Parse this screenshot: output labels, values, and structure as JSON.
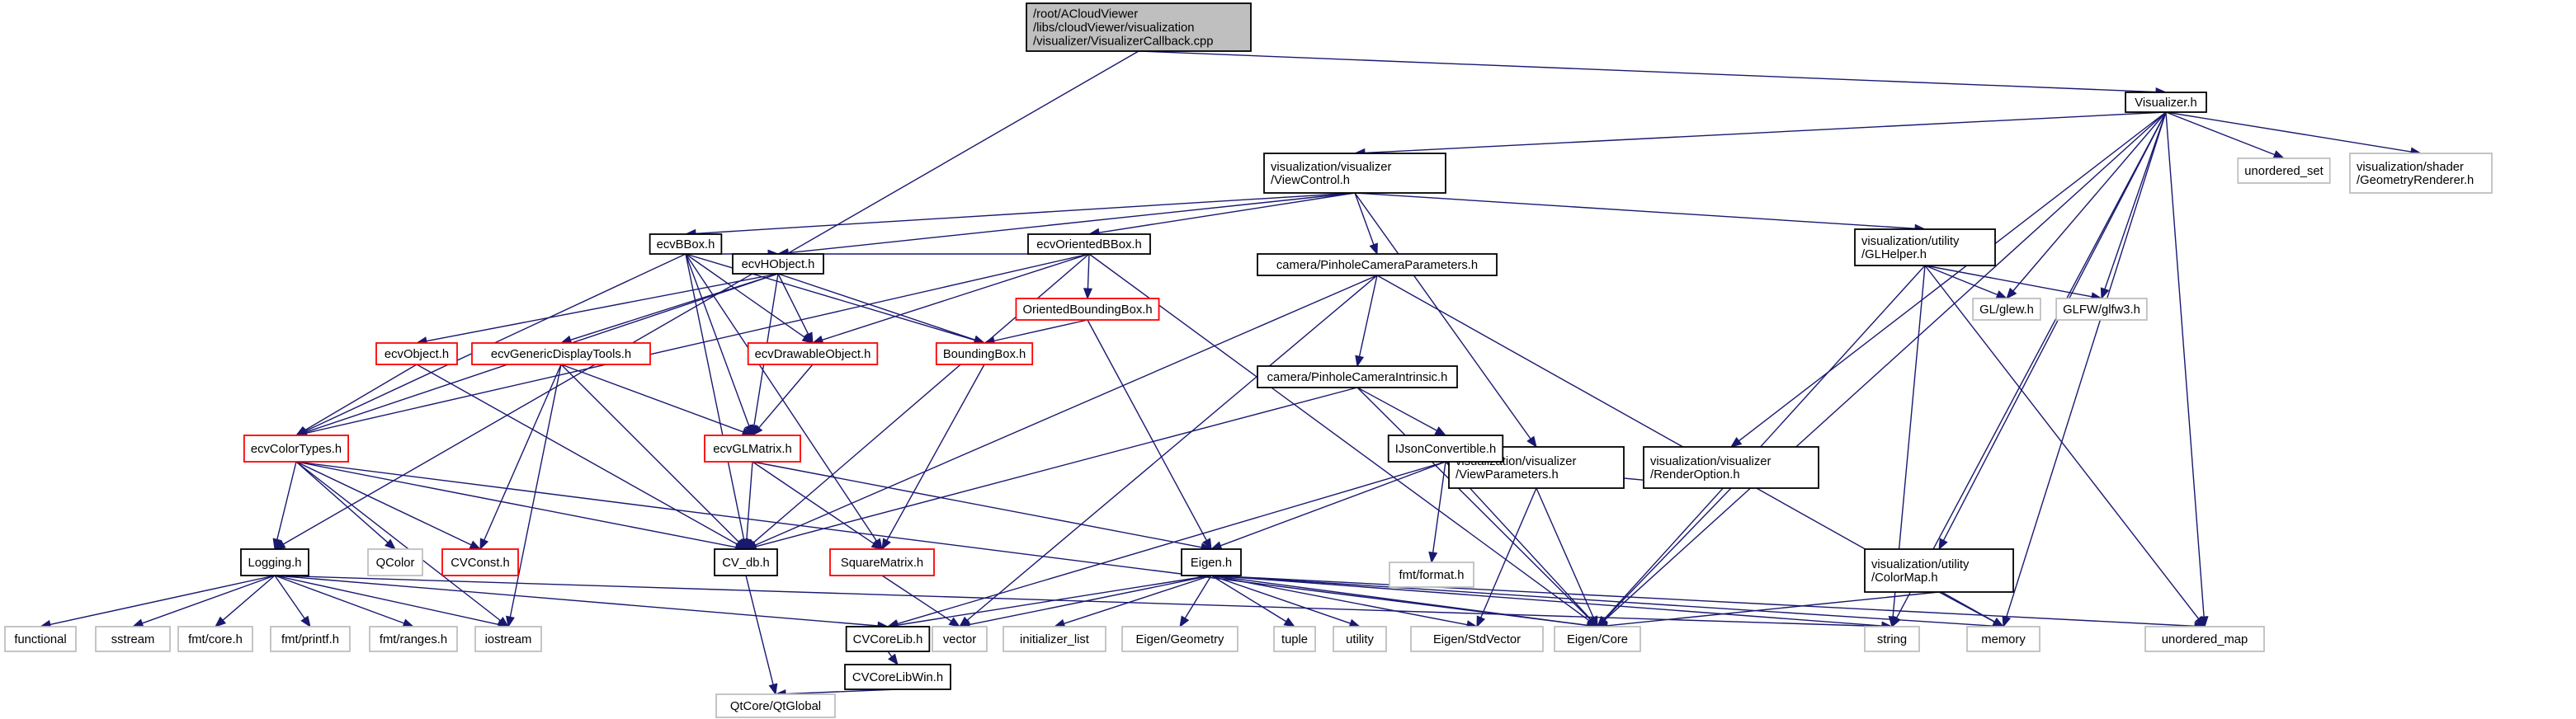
{
  "colors": {
    "edge": "#191970",
    "root_fill": "#bfbfbf",
    "truncated_border": "#ff0000",
    "documented_border": "#000000",
    "external_border": "#bfbfbf"
  },
  "nodes": [
    {
      "lines": [
        "/root/ACloudViewer",
        "/libs/cloudViewer/visualization",
        "/visualizer/VisualizerCallback.cpp"
      ],
      "kind": "root"
    },
    {
      "lines": [
        "Visualizer.h"
      ],
      "kind": "documented"
    },
    {
      "lines": [
        "visualization/visualizer",
        "/ViewControl.h"
      ],
      "kind": "documented"
    },
    {
      "lines": [
        "unordered_set"
      ],
      "kind": "external"
    },
    {
      "lines": [
        "visualization/shader",
        "/GeometryRenderer.h"
      ],
      "kind": "external"
    },
    {
      "lines": [
        "ecvBBox.h"
      ],
      "kind": "documented"
    },
    {
      "lines": [
        "ecvOrientedBBox.h"
      ],
      "kind": "documented"
    },
    {
      "lines": [
        "visualization/utility",
        "/GLHelper.h"
      ],
      "kind": "documented"
    },
    {
      "lines": [
        "camera/PinholeCameraParameters.h"
      ],
      "kind": "documented"
    },
    {
      "lines": [
        "ecvHObject.h"
      ],
      "kind": "documented"
    },
    {
      "lines": [
        "OrientedBoundingBox.h"
      ],
      "kind": "truncated"
    },
    {
      "lines": [
        "GL/glew.h"
      ],
      "kind": "external"
    },
    {
      "lines": [
        "GLFW/glfw3.h"
      ],
      "kind": "external"
    },
    {
      "lines": [
        "ecvObject.h"
      ],
      "kind": "truncated"
    },
    {
      "lines": [
        "ecvGenericDisplayTools.h"
      ],
      "kind": "truncated"
    },
    {
      "lines": [
        "ecvDrawableObject.h"
      ],
      "kind": "truncated"
    },
    {
      "lines": [
        "BoundingBox.h"
      ],
      "kind": "truncated"
    },
    {
      "lines": [
        "camera/PinholeCameraIntrinsic.h"
      ],
      "kind": "documented"
    },
    {
      "lines": [
        "visualization/visualizer",
        "/ViewParameters.h"
      ],
      "kind": "documented"
    },
    {
      "lines": [
        "visualization/visualizer",
        "/RenderOption.h"
      ],
      "kind": "documented"
    },
    {
      "lines": [
        "ecvColorTypes.h"
      ],
      "kind": "truncated"
    },
    {
      "lines": [
        "ecvGLMatrix.h"
      ],
      "kind": "truncated"
    },
    {
      "lines": [
        "IJsonConvertible.h"
      ],
      "kind": "documented"
    },
    {
      "lines": [
        "Logging.h"
      ],
      "kind": "documented"
    },
    {
      "lines": [
        "QColor"
      ],
      "kind": "external"
    },
    {
      "lines": [
        "CVConst.h"
      ],
      "kind": "truncated"
    },
    {
      "lines": [
        "CV_db.h"
      ],
      "kind": "documented"
    },
    {
      "lines": [
        "SquareMatrix.h"
      ],
      "kind": "truncated"
    },
    {
      "lines": [
        "Eigen.h"
      ],
      "kind": "documented"
    },
    {
      "lines": [
        "fmt/format.h"
      ],
      "kind": "external"
    },
    {
      "lines": [
        "visualization/utility",
        "/ColorMap.h"
      ],
      "kind": "documented"
    },
    {
      "lines": [
        "functional"
      ],
      "kind": "external"
    },
    {
      "lines": [
        "sstream"
      ],
      "kind": "external"
    },
    {
      "lines": [
        "fmt/core.h"
      ],
      "kind": "external"
    },
    {
      "lines": [
        "fmt/printf.h"
      ],
      "kind": "external"
    },
    {
      "lines": [
        "fmt/ranges.h"
      ],
      "kind": "external"
    },
    {
      "lines": [
        "iostream"
      ],
      "kind": "external"
    },
    {
      "lines": [
        "CVCoreLib.h"
      ],
      "kind": "documented"
    },
    {
      "lines": [
        "vector"
      ],
      "kind": "external"
    },
    {
      "lines": [
        "initializer_list"
      ],
      "kind": "external"
    },
    {
      "lines": [
        "Eigen/Geometry"
      ],
      "kind": "external"
    },
    {
      "lines": [
        "tuple"
      ],
      "kind": "external"
    },
    {
      "lines": [
        "utility"
      ],
      "kind": "external"
    },
    {
      "lines": [
        "Eigen/StdVector"
      ],
      "kind": "external"
    },
    {
      "lines": [
        "Eigen/Core"
      ],
      "kind": "external"
    },
    {
      "lines": [
        "string"
      ],
      "kind": "external"
    },
    {
      "lines": [
        "memory"
      ],
      "kind": "external"
    },
    {
      "lines": [
        "unordered_map"
      ],
      "kind": "external"
    },
    {
      "lines": [
        "CVCoreLibWin.h"
      ],
      "kind": "documented"
    },
    {
      "lines": [
        "QtCore/QtGlobal"
      ],
      "kind": "external"
    }
  ],
  "edges": [
    [
      0,
      23
    ],
    [
      0,
      1
    ],
    [
      1,
      2
    ],
    [
      1,
      3
    ],
    [
      1,
      4
    ],
    [
      1,
      19
    ],
    [
      1,
      11
    ],
    [
      1,
      12
    ],
    [
      1,
      30
    ],
    [
      1,
      44
    ],
    [
      1,
      45
    ],
    [
      1,
      46
    ],
    [
      1,
      47
    ],
    [
      2,
      5
    ],
    [
      2,
      6
    ],
    [
      2,
      9
    ],
    [
      2,
      8
    ],
    [
      2,
      18
    ],
    [
      2,
      7
    ],
    [
      5,
      9
    ],
    [
      5,
      15
    ],
    [
      5,
      16
    ],
    [
      5,
      21
    ],
    [
      5,
      20
    ],
    [
      5,
      26
    ],
    [
      5,
      27
    ],
    [
      6,
      9
    ],
    [
      6,
      15
    ],
    [
      6,
      10
    ],
    [
      6,
      20
    ],
    [
      6,
      26
    ],
    [
      6,
      44
    ],
    [
      9,
      13
    ],
    [
      9,
      14
    ],
    [
      9,
      15
    ],
    [
      9,
      16
    ],
    [
      9,
      21
    ],
    [
      9,
      20
    ],
    [
      10,
      16
    ],
    [
      10,
      28
    ],
    [
      13,
      20
    ],
    [
      13,
      26
    ],
    [
      14,
      21
    ],
    [
      14,
      25
    ],
    [
      14,
      26
    ],
    [
      14,
      36
    ],
    [
      15,
      21
    ],
    [
      16,
      27
    ],
    [
      8,
      17
    ],
    [
      8,
      26
    ],
    [
      8,
      38
    ],
    [
      8,
      46
    ],
    [
      17,
      22
    ],
    [
      17,
      26
    ],
    [
      17,
      44
    ],
    [
      18,
      22
    ],
    [
      18,
      43
    ],
    [
      18,
      44
    ],
    [
      19,
      22
    ],
    [
      19,
      44
    ],
    [
      7,
      11
    ],
    [
      7,
      12
    ],
    [
      7,
      44
    ],
    [
      7,
      45
    ],
    [
      7,
      47
    ],
    [
      20,
      23
    ],
    [
      20,
      24
    ],
    [
      20,
      25
    ],
    [
      20,
      26
    ],
    [
      20,
      36
    ],
    [
      20,
      44
    ],
    [
      21,
      26
    ],
    [
      21,
      27
    ],
    [
      21,
      28
    ],
    [
      22,
      28
    ],
    [
      22,
      29
    ],
    [
      22,
      44
    ],
    [
      22,
      37
    ],
    [
      23,
      31
    ],
    [
      23,
      32
    ],
    [
      23,
      33
    ],
    [
      23,
      34
    ],
    [
      23,
      35
    ],
    [
      23,
      36
    ],
    [
      23,
      37
    ],
    [
      23,
      45
    ],
    [
      26,
      49
    ],
    [
      27,
      38
    ],
    [
      28,
      37
    ],
    [
      28,
      38
    ],
    [
      28,
      39
    ],
    [
      28,
      40
    ],
    [
      28,
      41
    ],
    [
      28,
      42
    ],
    [
      28,
      43
    ],
    [
      28,
      44
    ],
    [
      28,
      46
    ],
    [
      28,
      45
    ],
    [
      28,
      47
    ],
    [
      30,
      44
    ],
    [
      30,
      46
    ],
    [
      37,
      48
    ],
    [
      48,
      49
    ]
  ]
}
